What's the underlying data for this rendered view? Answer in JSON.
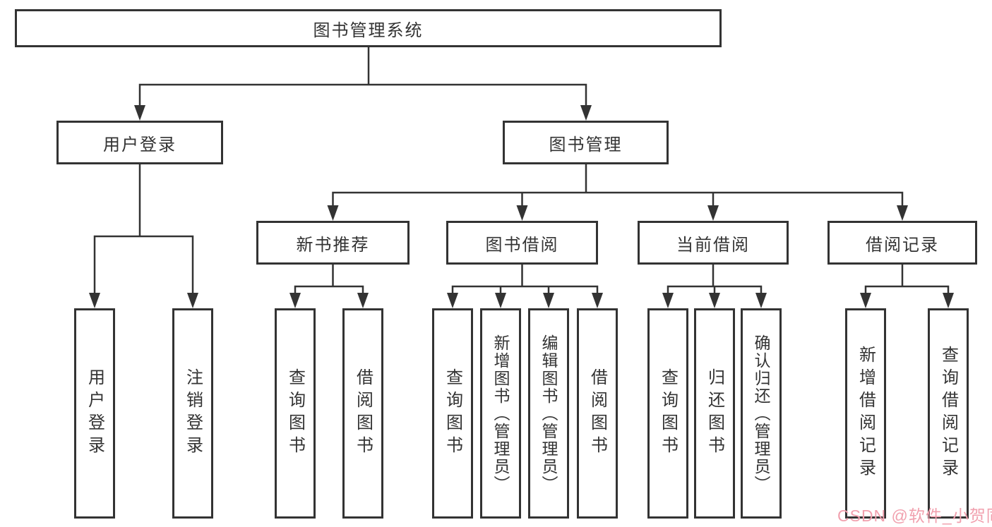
{
  "page": {
    "background": "#ffffff"
  },
  "colors": {
    "line": "#333333",
    "box_border": "#333333",
    "text": "#333333",
    "watermark": "#f1a0ae"
  },
  "tree": {
    "label": "图书管理系统",
    "children": [
      {
        "label": "用户登录",
        "children": [
          {
            "label": "用户登录"
          },
          {
            "label": "注销登录"
          }
        ]
      },
      {
        "label": "图书管理",
        "children": [
          {
            "label": "新书推荐",
            "children": [
              {
                "label": "查询图书"
              },
              {
                "label": "借阅图书"
              }
            ]
          },
          {
            "label": "图书借阅",
            "children": [
              {
                "label": "查询图书"
              },
              {
                "label": "新增图书（管理员）"
              },
              {
                "label": "编辑图书（管理员）"
              },
              {
                "label": "借阅图书"
              }
            ]
          },
          {
            "label": "当前借阅",
            "children": [
              {
                "label": "查询图书"
              },
              {
                "label": "归还图书"
              },
              {
                "label": "确认归还（管理员）"
              }
            ]
          },
          {
            "label": "借阅记录",
            "children": [
              {
                "label": "新增借阅记录"
              },
              {
                "label": "查询借阅记录"
              }
            ]
          }
        ]
      }
    ]
  },
  "watermark": {
    "text": "CSDN @软件_小贺同学"
  }
}
